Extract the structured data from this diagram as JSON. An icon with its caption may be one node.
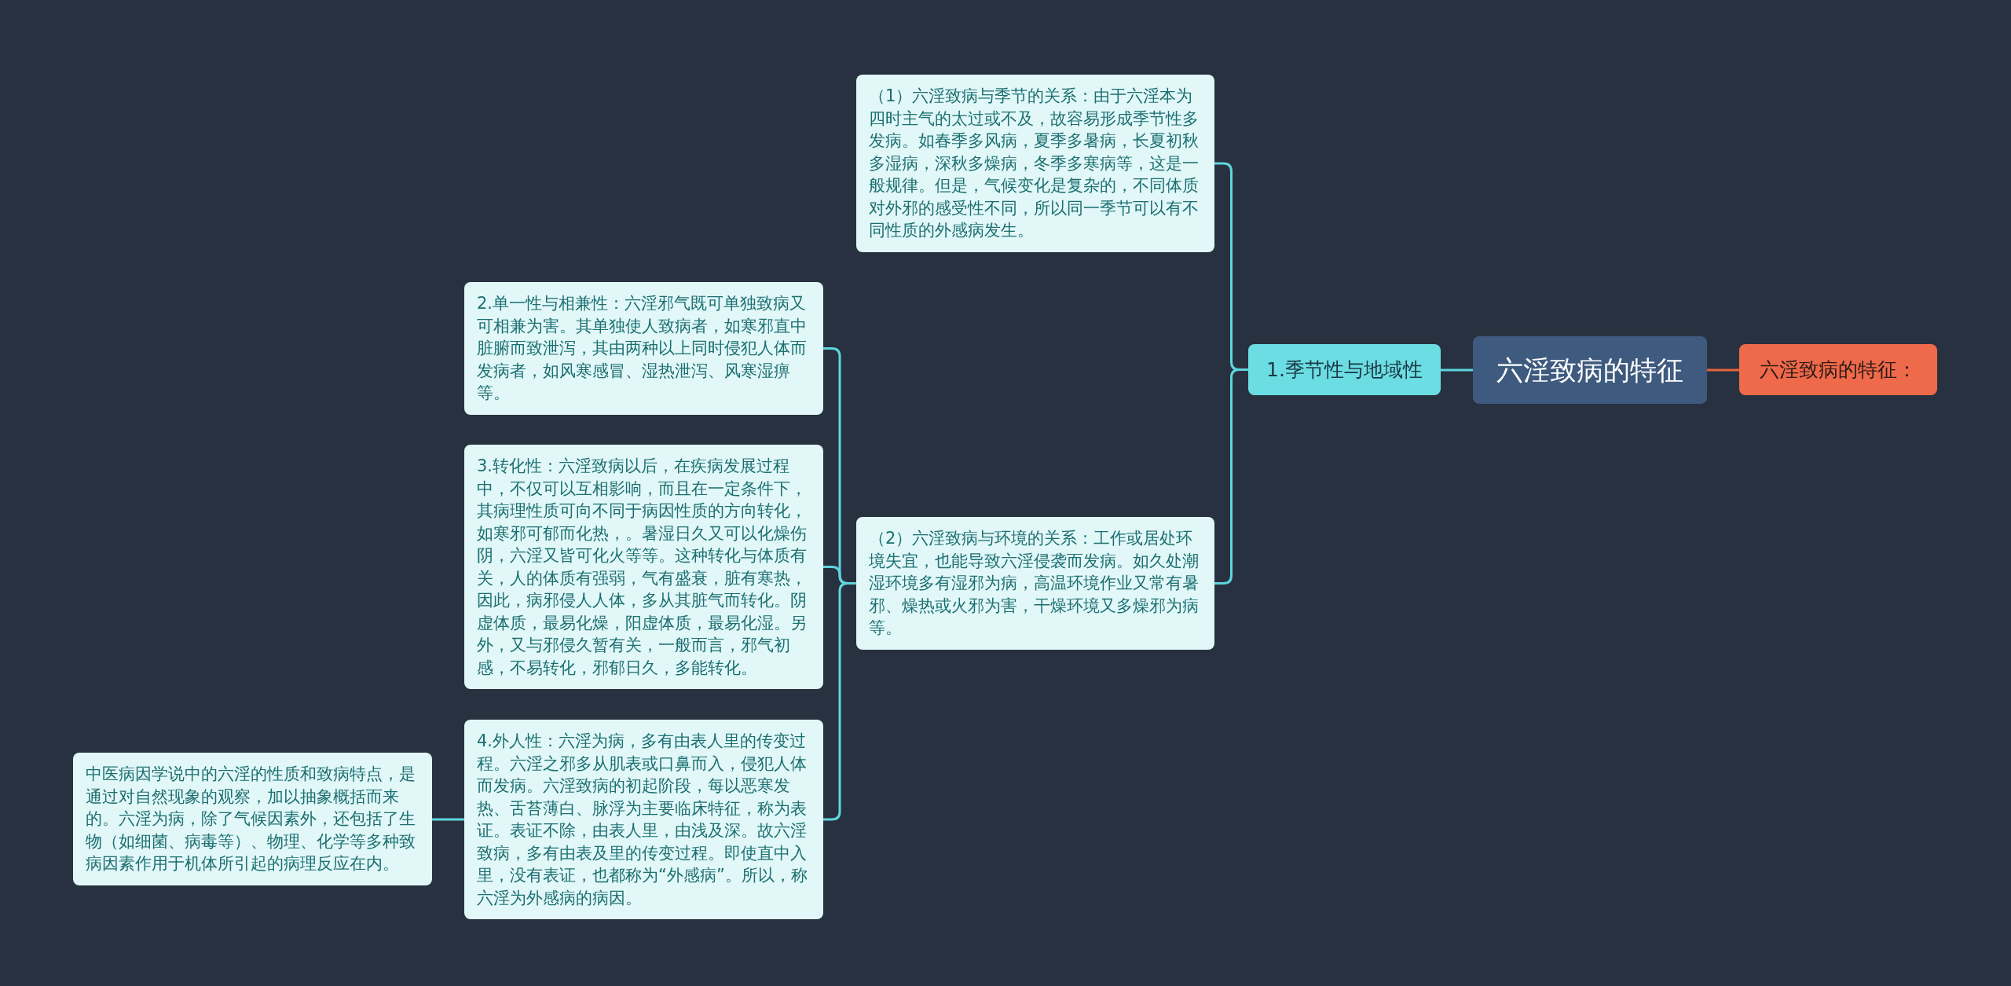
{
  "diagram": {
    "nodes": [
      {
        "text": [
          "六淫致病的特征"
        ]
      },
      {
        "text": [
          "六淫致病的特征："
        ]
      },
      {
        "text": [
          "1.季节性与地域性"
        ]
      },
      {
        "text": [
          "（1）六淫致病与季节的关系：由于六淫本为四时主气的太过或不及，故容易形成季节性多发病。如春季多风病，夏季多暑病，长夏初秋多湿病，深秋多燥病，冬季多寒病等，这是一般规律。但是，气候变化是复杂的，不同体质对外邪的感受性不同，所以同一季节可以有不同性质的外感病发生。"
        ]
      },
      {
        "text": [
          "（2）六淫致病与环境的关系：工作或居处环境失宜，也能导致六淫侵袭而发病。如久处潮湿环境多有湿邪为病，高温环境作业又常有暑邪、燥热或火邪为害，干燥环境又多燥邪为病等。"
        ]
      },
      {
        "text": [
          "2.单一性与相兼性：六淫邪气既可单独致病又可相兼为害。其单独使人致病者，如寒邪直中脏腑而致泄泻，其由两种以上同时侵犯人体而发病者，如风寒感冒、湿热泄泻、风寒湿痹等。"
        ]
      },
      {
        "text": [
          "3.转化性：六淫致病以后，在疾病发展过程中，不仅可以互相影响，而且在一定条件下，其病理性质可向不同于病因性质的方向转化，如寒邪可郁而化热，。暑湿日久又可以化燥伤阴，六淫又皆可化火等等。这种转化与体质有关，人的体质有强弱，气有盛衰，脏有寒热，因此，病邪侵人人体，多从其脏气而转化。阴虚体质，最易化燥，阳虚体质，最易化湿。另外，又与邪侵久暂有关，一般而言，邪气初感，不易转化，邪郁日久，多能转化。"
        ]
      },
      {
        "text": [
          "4.外人性：六淫为病，多有由表人里的传变过程。六淫之邪多从肌表或口鼻而入，侵犯人体而发病。六淫致病的初起阶段，每以恶寒发热、舌苔薄白、脉浮为主要临床特征，称为表证。表证不除，由表人里，由浅及深。故六淫致病，多有由表及里的传变过程。即使直中入里，没有表证，也都称为“外感病”。所以，称六淫为外感病的病因。"
        ]
      },
      {
        "text": [
          "中医病因学说中的六淫的性质和致病特点，是通过对自然现象的观察，加以抽象概括而来的。六淫为病，除了气候因素外，还包括了生物（如细菌、病毒等）、物理、化学等多种致病因素作用于机体所引起的病理反应在内。"
        ]
      }
    ],
    "edges": [
      {
        "from": 0,
        "to": 1,
        "arrow": "none",
        "color": "#e8643f"
      },
      {
        "from": 0,
        "to": 2,
        "arrow": "none"
      },
      {
        "from": 2,
        "to": 3,
        "arrow": "none"
      },
      {
        "from": 2,
        "to": 4,
        "arrow": "none"
      },
      {
        "from": 4,
        "to": 5,
        "arrow": "none"
      },
      {
        "from": 4,
        "to": 6,
        "arrow": "none"
      },
      {
        "from": 4,
        "to": 7,
        "arrow": "none"
      },
      {
        "from": 7,
        "to": 8,
        "arrow": "none"
      }
    ]
  }
}
